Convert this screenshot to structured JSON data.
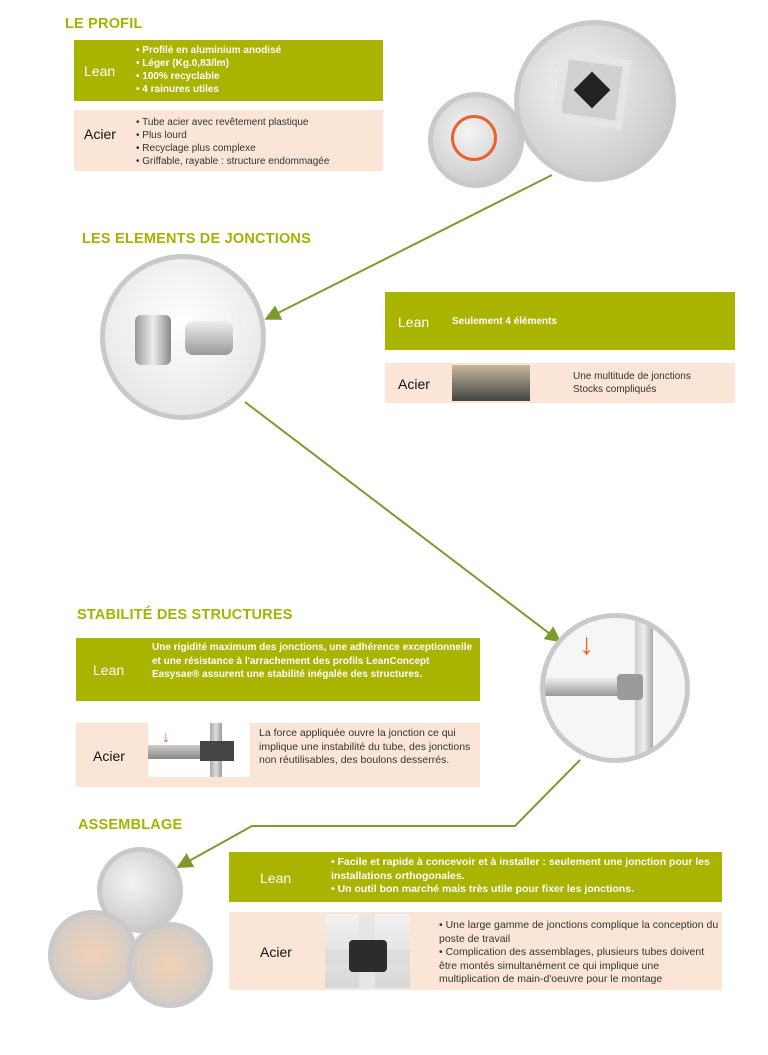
{
  "colors": {
    "green": "#a8b400",
    "peach": "#fbe5d6",
    "line": "#7c9a2e"
  },
  "profil": {
    "title": "LE PROFIL",
    "lean_label": "Lean",
    "lean_items": [
      "Profilé en aluminium anodisé",
      "Léger (Kg.0,83/lm)",
      "100% recyclable",
      "4 rainures utiles"
    ],
    "acier_label": "Acier",
    "acier_items": [
      "Tube acier avec revêtement plastique",
      "Plus lourd",
      "Recyclage plus complexe",
      "Griffable, rayable : structure endommagée"
    ]
  },
  "jonctions": {
    "title": "LES ELEMENTS DE JONCTIONS",
    "lean_label": "Lean",
    "lean_text": "Seulement 4  éléments",
    "acier_label": "Acier",
    "acier_lines": [
      "Une multitude de jonctions",
      "Stocks compliqués"
    ]
  },
  "stabilite": {
    "title": "STABILITÉ DES STRUCTURES",
    "lean_label": "Lean",
    "lean_text": "Une rigidité maximum des jonctions, une adhérence exceptionnelle et une résistance à l'arrachement des profils LeanConcept Easysae® assurent une stabilité inégalée des structures.",
    "acier_label": "Acier",
    "acier_text": "La force appliquée ouvre la jonction ce qui implique une instabilité du tube, des jonctions non réutilisables, des boulons desserrés."
  },
  "assemblage": {
    "title": "ASSEMBLAGE",
    "lean_label": "Lean",
    "lean_items": [
      "• Facile et rapide à concevoir et à installer : seulement une jonction pour les installations orthogonales.",
      "• Un outil bon marché mais très utile pour fixer les jonctions."
    ],
    "acier_label": "Acier",
    "acier_items": [
      "• Une large gamme de jonctions complique la conception du poste de travail",
      "• Complication des assemblages, plusieurs tubes doivent être montés simultanément ce qui implique une multiplication de main-d'oeuvre pour le montage"
    ]
  }
}
